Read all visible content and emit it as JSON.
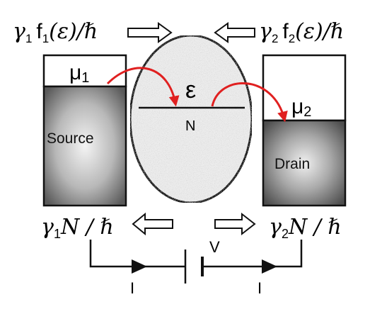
{
  "diagram": {
    "top_left_expr": {
      "gamma": "γ",
      "gsub": "1",
      "f": "f",
      "fsub": "1",
      "rest": "(ε)/ℏ"
    },
    "top_right_expr": {
      "gamma": "γ",
      "gsub": "2",
      "f": "f",
      "fsub": "2",
      "rest": "(ε)/ℏ"
    },
    "bottom_left_expr": {
      "gamma": "γ",
      "gsub": "1",
      "rest": "N / ℏ"
    },
    "bottom_right_expr": {
      "gamma": "γ",
      "gsub": "2",
      "rest": "N / ℏ"
    },
    "mu1": {
      "mu": "μ",
      "sub": "1"
    },
    "mu2": {
      "mu": "μ",
      "sub": "2"
    },
    "epsilon": "ε",
    "level_label": "N",
    "source_label": "Source",
    "drain_label": "Drain",
    "voltage_label": "V",
    "current_left_label": "I",
    "current_right_label": "I",
    "colors": {
      "arrow_red": "#e02020",
      "line": "#111111",
      "dot_fill": "#ececec"
    }
  }
}
